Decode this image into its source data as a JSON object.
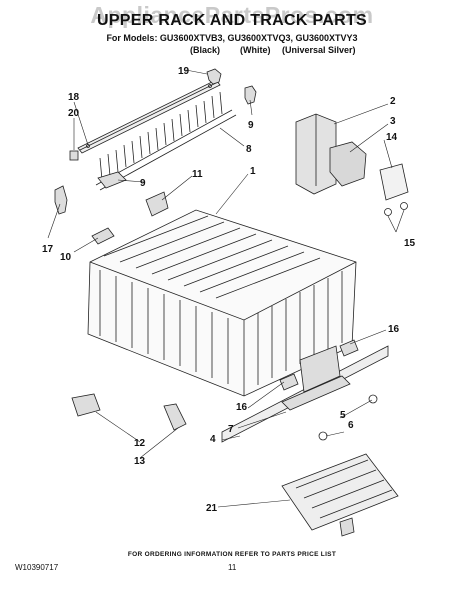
{
  "watermark": "AppliancePartsPros.com",
  "title": "UPPER RACK AND TRACK PARTS",
  "models_line": "For Models: GU3600XTVB3, GU3600XTVQ3, GU3600XTVY3",
  "colors": [
    "(Black)",
    "(White)",
    "(Universal Silver)"
  ],
  "callouts": [
    "19",
    "18",
    "20",
    "9",
    "8",
    "9",
    "11",
    "1",
    "2",
    "3",
    "14",
    "15",
    "17",
    "10",
    "16",
    "16",
    "5",
    "7",
    "6",
    "4",
    "12",
    "13",
    "21"
  ],
  "footer_note": "FOR ORDERING INFORMATION REFER TO PARTS PRICE LIST",
  "doc_number": "W10390717",
  "page_number": "11"
}
